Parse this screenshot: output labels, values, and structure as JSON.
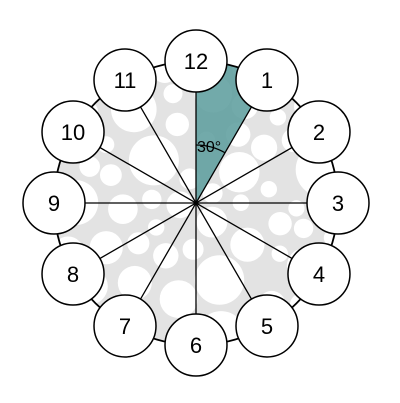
{
  "diagram": {
    "hour_labels": [
      "12",
      "1",
      "2",
      "3",
      "4",
      "5",
      "6",
      "7",
      "8",
      "9",
      "10",
      "11"
    ],
    "angle_label": "30°",
    "highlighted_sector": {
      "from_hour": "12",
      "to_hour": "1"
    },
    "colors": {
      "sector_fill": "#5e9e9e",
      "bubble_fill": "#e3e3e3",
      "line": "#000000",
      "background": "#ffffff"
    }
  }
}
